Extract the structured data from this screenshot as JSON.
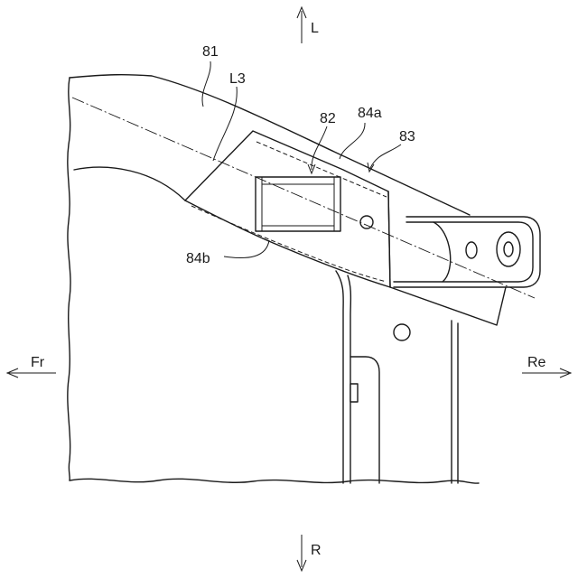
{
  "directions": {
    "up": "L",
    "down": "R",
    "left": "Fr",
    "right": "Re"
  },
  "reference_labels": {
    "frame": "81",
    "axis": "L3",
    "bracket": "82",
    "upper_edge": "84a",
    "cover": "83",
    "lower_edge": "84b"
  }
}
